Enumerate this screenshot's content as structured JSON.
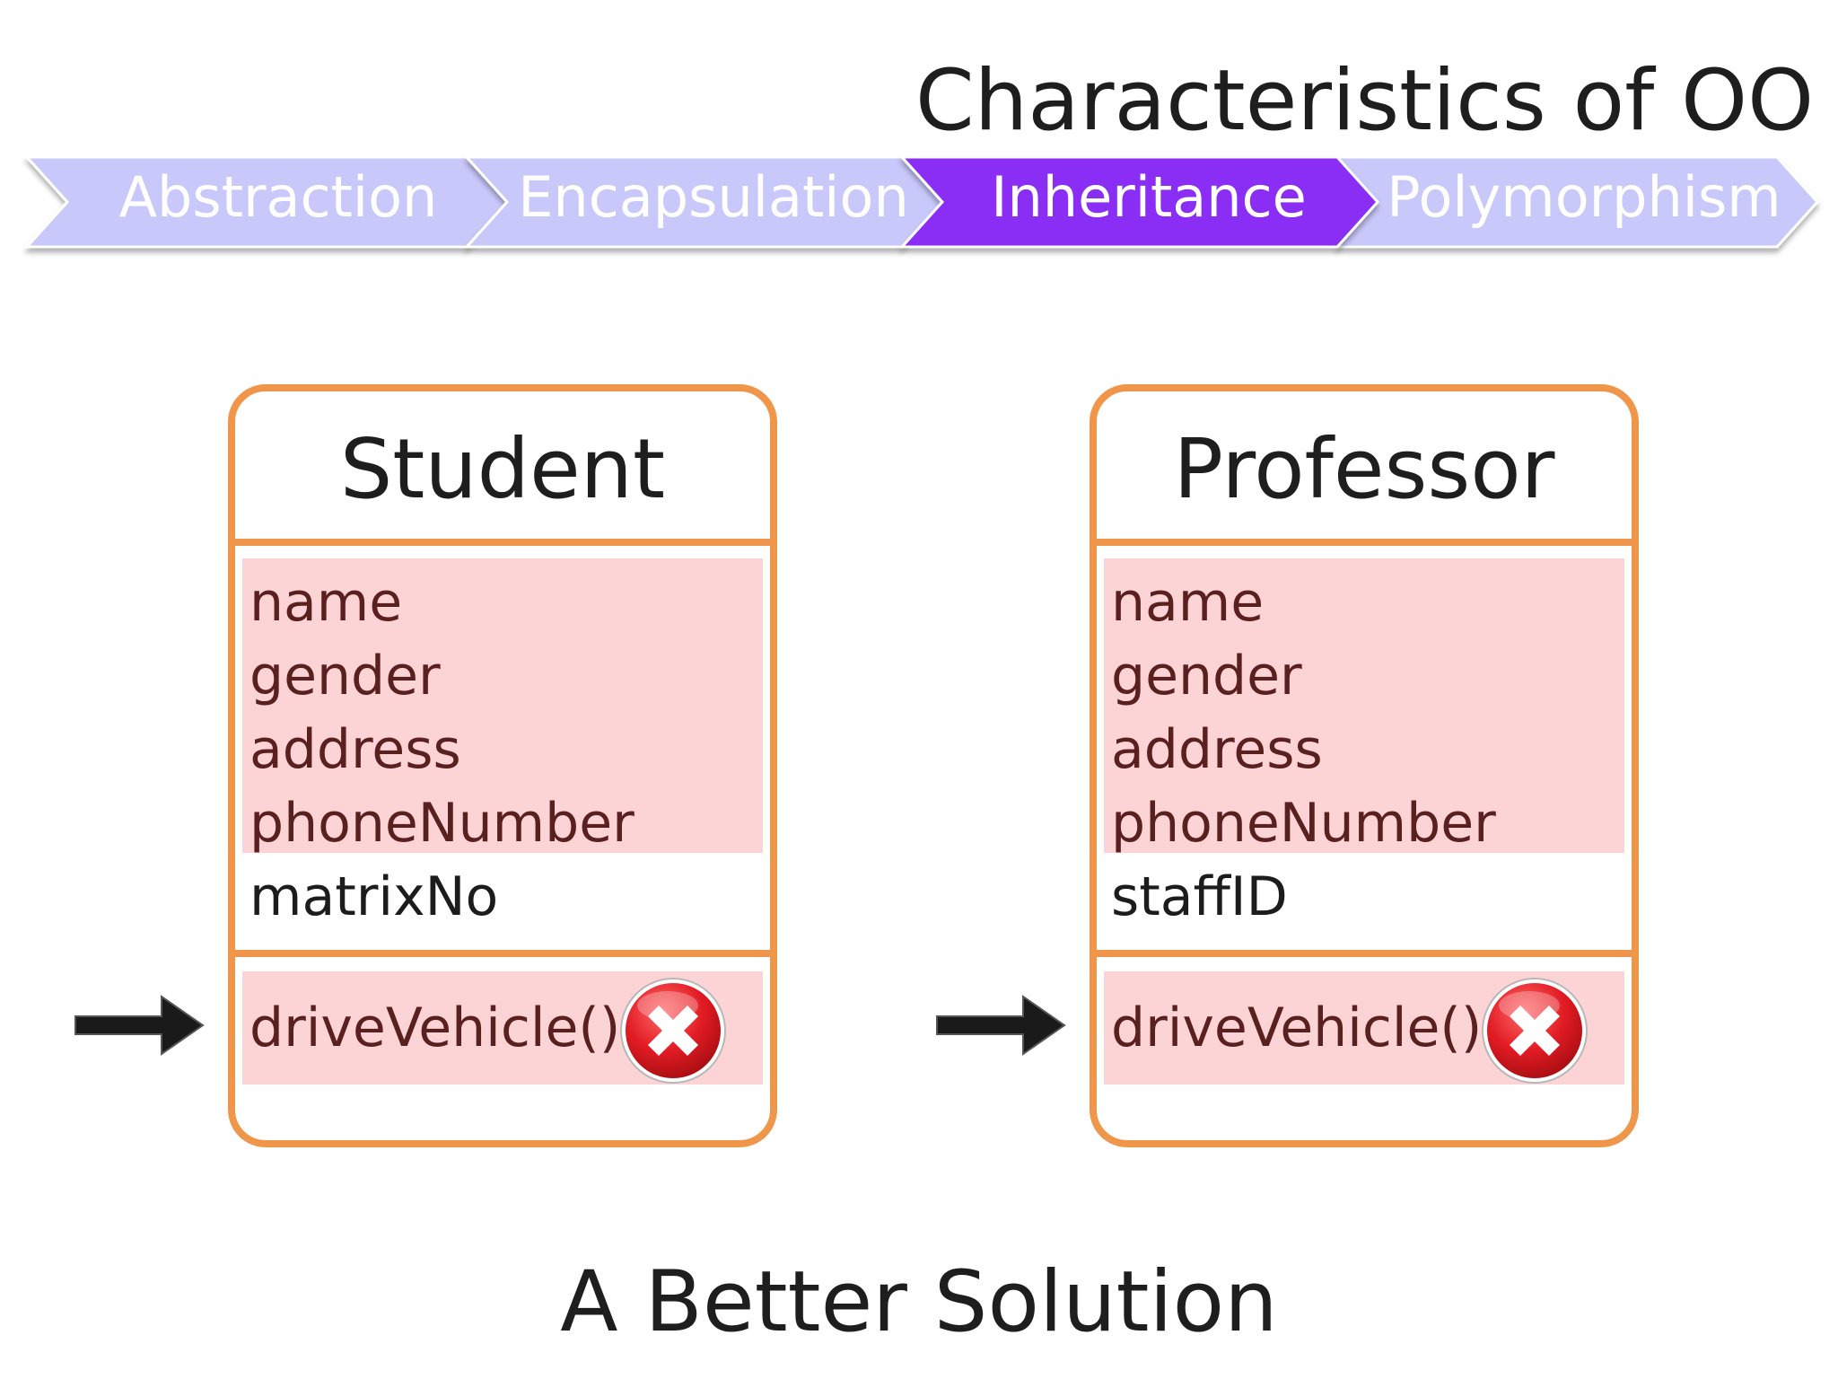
{
  "title": "Characteristics of OO",
  "steps": [
    "Abstraction",
    "Encapsulation",
    "Inheritance",
    "Polymorphism"
  ],
  "active_step": 2,
  "colors": {
    "step_inactive": "#c9c8fb",
    "step_active": "#8a2ef6",
    "box_border": "#f0964a",
    "highlight": "#fdd4d6",
    "inherited_text": "#5a1f1f",
    "error_red": "#e21b23"
  },
  "classes": [
    {
      "name": "Student",
      "attributes": [
        "name",
        "gender",
        "address",
        "phoneNumber",
        "matrixNo"
      ],
      "method": "driveVehicle()",
      "method_status_icon": "error-x-icon"
    },
    {
      "name": "Professor",
      "attributes": [
        "name",
        "gender",
        "address",
        "phoneNumber",
        "staffID"
      ],
      "method": "driveVehicle()",
      "method_status_icon": "error-x-icon"
    }
  ],
  "subtitle": "A Better Solution"
}
